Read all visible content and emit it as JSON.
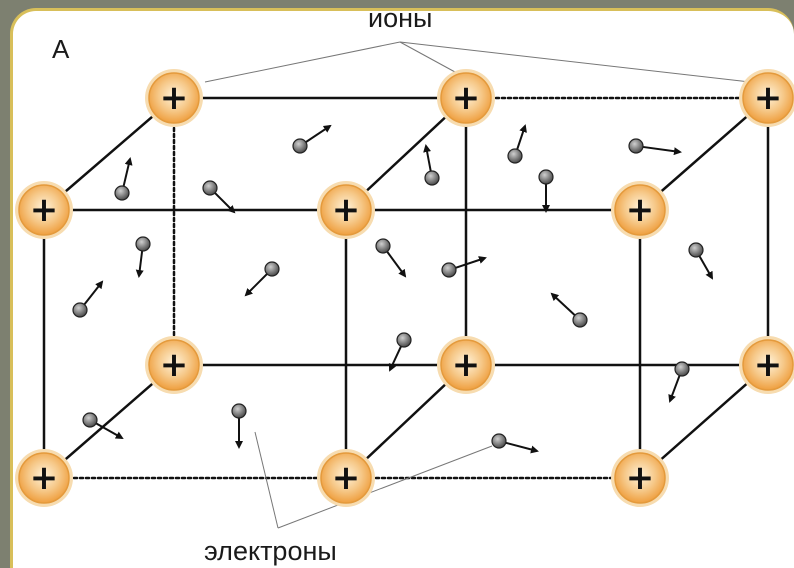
{
  "corner_label": "А",
  "ions_label": "ионы",
  "electrons_label": "электроны",
  "ion_symbol": "+",
  "colors": {
    "background": "#7d8070",
    "panel_border": "#d8bf5a",
    "ion_fill": "#f3b25e",
    "ion_rim": "#f6d6a3",
    "line": "#111111"
  }
}
